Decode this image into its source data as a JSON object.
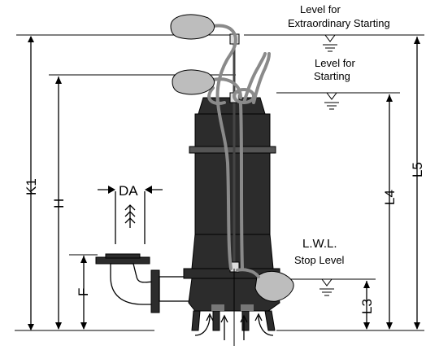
{
  "levels": {
    "extraordinary_starting": [
      "Level for",
      "Extraordinary Starting"
    ],
    "starting": [
      "Level for",
      "Starting"
    ],
    "lwl": "L.W.L.",
    "stop": "Stop Level"
  },
  "dimensions": {
    "k1": "K1",
    "h": "H",
    "f": "F",
    "da": "DA",
    "l3": "L3",
    "l4": "L4",
    "l5": "L5"
  },
  "colors": {
    "pump_body": "#2c2c2c",
    "cable": "#8a8a8a",
    "float": "#bdbdbd"
  }
}
